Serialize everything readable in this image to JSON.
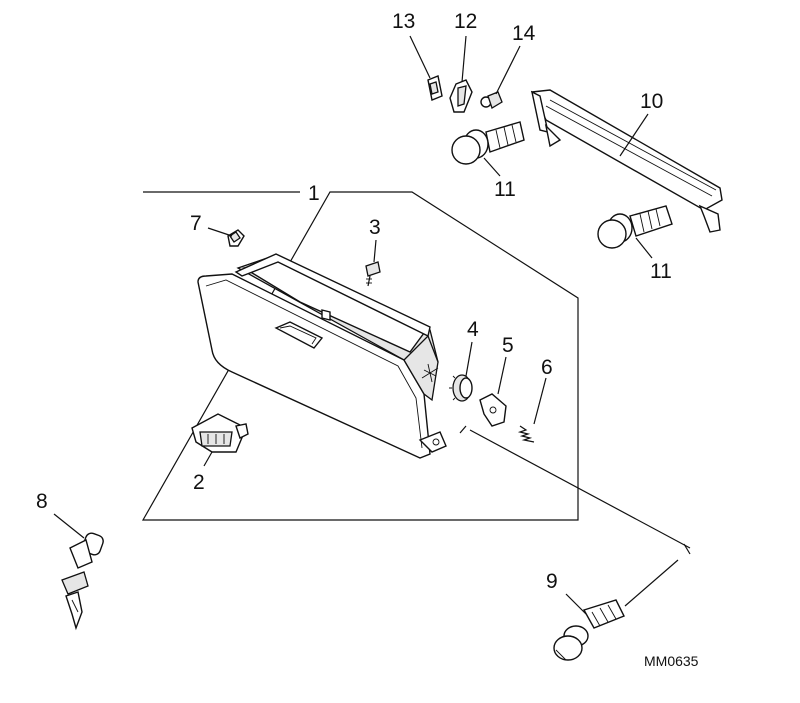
{
  "diagram": {
    "drawing_code": "MM0635",
    "callouts": {
      "glovebox": "1",
      "latch": "2",
      "screw_3": "3",
      "damper": "4",
      "bracket_5": "5",
      "spring": "6",
      "lamp": "7",
      "lock_cylinder": "8",
      "bolt_9": "9",
      "support_rail": "10",
      "bolt_11_upper": "11",
      "bolt_11_right": "11",
      "clip_12": "12",
      "clip_13": "13",
      "screw_14": "14"
    }
  }
}
